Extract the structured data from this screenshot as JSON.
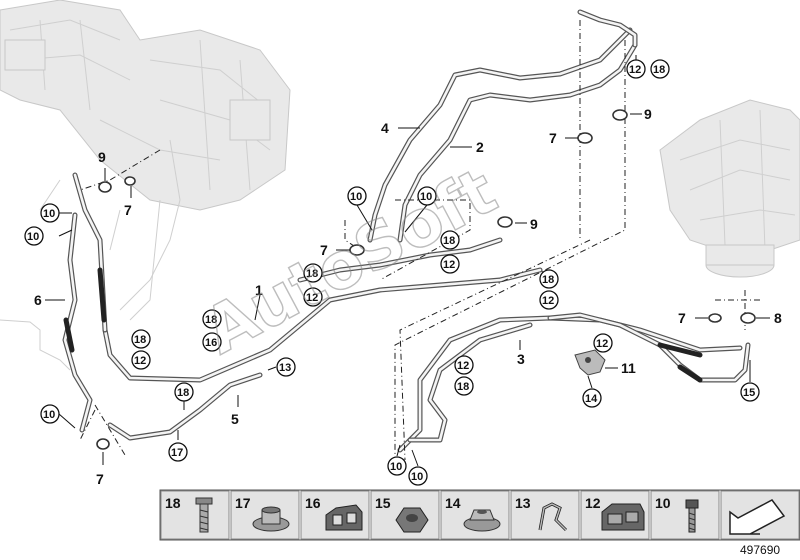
{
  "diagram": {
    "part_labels": {
      "p1": "1",
      "p2": "2",
      "p3": "3",
      "p4": "4",
      "p5": "5",
      "p6": "6",
      "p7": "7",
      "p8": "8",
      "p9": "9",
      "p11": "11"
    },
    "callouts": {
      "c10": "10",
      "c12": "12",
      "c13": "13",
      "c14": "14",
      "c15": "15",
      "c16": "16",
      "c17": "17",
      "c18": "18"
    },
    "legend": {
      "items": [
        {
          "num": "18",
          "icon": "bolt-icon"
        },
        {
          "num": "17",
          "icon": "flange-nut-icon"
        },
        {
          "num": "16",
          "icon": "double-clip-icon"
        },
        {
          "num": "15",
          "icon": "hex-nut-icon"
        },
        {
          "num": "14",
          "icon": "flange-nut-icon"
        },
        {
          "num": "13",
          "icon": "spring-clip-icon"
        },
        {
          "num": "12",
          "icon": "clip-holder-icon"
        },
        {
          "num": "10",
          "icon": "screw-icon"
        }
      ],
      "arrow_icon": "direction-arrow-icon"
    },
    "watermark": "AutoSoft",
    "part_number": "497690"
  }
}
